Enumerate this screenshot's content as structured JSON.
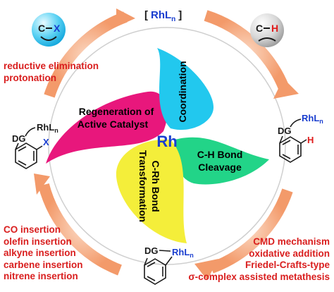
{
  "catalyst": {
    "bracket_open": "[",
    "rh": "RhL",
    "n": "n",
    "bracket_close": "]"
  },
  "left_molecule": {
    "dg": "DG",
    "rh": "RhL",
    "n": "n",
    "x": "X"
  },
  "right_molecule": {
    "dg": "DG",
    "rh": "RhL",
    "n": "n",
    "h": "H"
  },
  "bottom_molecule": {
    "dg": "DG",
    "rh": "RhL",
    "n": "n"
  },
  "face_happy": {
    "c": "C",
    "x": "X",
    "sentiment": "happy"
  },
  "face_sad": {
    "c": "C",
    "h": "H",
    "sentiment": "sad"
  },
  "center_label": "Rh",
  "petals": {
    "regeneration": [
      "Regeneration of",
      "Active Catalyst"
    ],
    "coordination": "Coordination",
    "cleavage": [
      "C-H Bond",
      "Cleavage"
    ],
    "transformation": [
      "C-Rh Bond",
      "Transformation"
    ]
  },
  "colors": {
    "regeneration": "#e8177c",
    "coordination": "#22c8ee",
    "cleavage": "#22d488",
    "transformation": "#f4ee3a",
    "arrow": "#f7b58e",
    "rh": "#1a3ecf",
    "x": "#1a3ecf",
    "h": "#e01b1b",
    "red_text": "#d91e1e"
  },
  "left_top_text": [
    "reductive elimination",
    "protonation"
  ],
  "left_bottom_text": [
    "CO insertion",
    "olefin insertion",
    "alkyne insertion",
    "carbene insertion",
    "nitrene insertion"
  ],
  "right_bottom_text": [
    "CMD mechanism",
    "oxidative addition",
    "Friedel-Crafts-type",
    "σ-complex assisted metathesis"
  ]
}
